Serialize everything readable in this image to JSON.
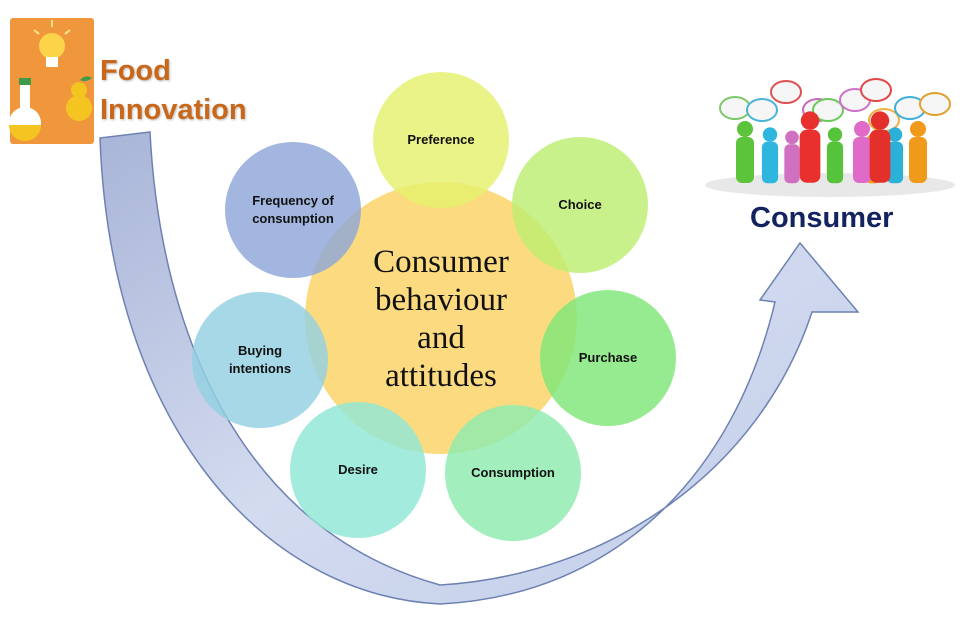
{
  "logo": {
    "line1": "Food",
    "line2": "Innovation"
  },
  "consumer_label": "Consumer",
  "center": {
    "lines": [
      "Consumer",
      "behaviour",
      "and",
      "attitudes"
    ]
  },
  "satellites": [
    {
      "lines": [
        "Preference"
      ],
      "color": "#e4f06c"
    },
    {
      "lines": [
        "Choice"
      ],
      "color": "#bdee72"
    },
    {
      "lines": [
        "Purchase"
      ],
      "color": "#7fe679"
    },
    {
      "lines": [
        "Consumption"
      ],
      "color": "#8eeaae"
    },
    {
      "lines": [
        "Desire"
      ],
      "color": "#8fe6d6"
    },
    {
      "lines": [
        "Buying",
        "intentions"
      ],
      "color": "#92cfe2"
    },
    {
      "lines": [
        "Frequency of",
        "consumption"
      ],
      "color": "#8ea6d8"
    }
  ],
  "colors": {
    "center": "#fcd66e",
    "arrow_fill": "#bcc6e4",
    "arrow_stroke": "#6d82b2"
  }
}
